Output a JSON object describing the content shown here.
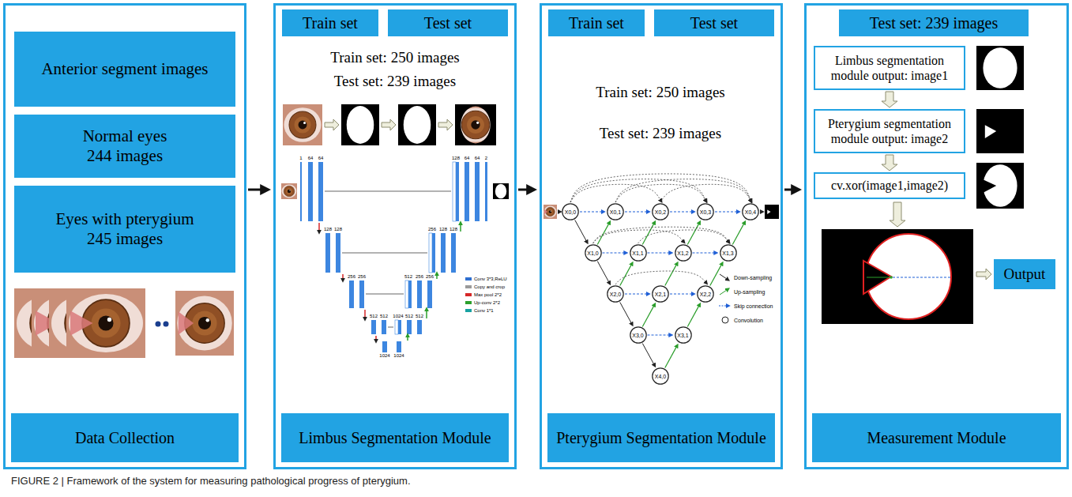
{
  "diagram": {
    "caption": "FIGURE 2 | Framework of the system for measuring pathological progress of pterygium.",
    "nodes": [
      {
        "text": [
          "Data Collection"
        ]
      },
      {
        "text": [
          "Anterior segment images"
        ],
        "in": 0
      },
      {
        "text": [
          "Normal eyes 244 images"
        ],
        "in": 0
      },
      {
        "text": [
          "Eyes with pterygium 245 images"
        ],
        "in": 0
      },
      {
        "text": [
          "Limbus Segmentation Module"
        ]
      },
      {
        "text": [
          "Train set"
        ],
        "in": 4
      },
      {
        "text": [
          "Test set"
        ],
        "in": 4
      },
      {
        "text": [
          "Pterygium Segmentation Module"
        ]
      },
      {
        "text": [
          "Train set"
        ],
        "in": 7
      },
      {
        "text": [
          "Test set"
        ],
        "in": 7
      },
      {
        "text": [
          "X0,0"
        ],
        "in": 7
      },
      {
        "text": [
          "X0,1"
        ],
        "in": 7
      },
      {
        "text": [
          "X0,2"
        ],
        "in": 7
      },
      {
        "text": [
          "X0,3"
        ],
        "in": 7
      },
      {
        "text": [
          "X0,4"
        ],
        "in": 7
      },
      {
        "text": [
          "X1,0"
        ],
        "in": 7
      },
      {
        "text": [
          "X1,1"
        ],
        "in": 7
      },
      {
        "text": [
          "X1,2"
        ],
        "in": 7
      },
      {
        "text": [
          "X1,3"
        ],
        "in": 7
      },
      {
        "text": [
          "X2,0"
        ],
        "in": 7
      },
      {
        "text": [
          "X2,1"
        ],
        "in": 7
      },
      {
        "text": [
          "X2,2"
        ],
        "in": 7
      },
      {
        "text": [
          "X3,0"
        ],
        "in": 7
      },
      {
        "text": [
          "X3,1"
        ],
        "in": 7
      },
      {
        "text": [
          "X4,0"
        ],
        "in": 7
      },
      {
        "text": [
          "Measurement Module"
        ]
      },
      {
        "text": [
          "Test set: 239 images"
        ],
        "in": 25
      },
      {
        "text": [
          "Limbus segmentation module output: image1"
        ],
        "in": 25
      },
      {
        "text": [
          "Pterygium segmentation module output: image2"
        ],
        "in": 25
      },
      {
        "text": [
          "cv.xor(image1,image2)"
        ],
        "in": 25
      },
      {
        "text": [
          "Output"
        ],
        "in": 25
      }
    ],
    "edges": [
      {
        "from": 0,
        "to": 4,
        "arrow": "to"
      },
      {
        "from": 4,
        "to": 7,
        "arrow": "to"
      },
      {
        "from": 7,
        "to": 25,
        "arrow": "to"
      },
      {
        "from": 27,
        "to": 28,
        "arrow": "to"
      },
      {
        "from": 28,
        "to": 29,
        "arrow": "to"
      },
      {
        "from": 10,
        "to": 15,
        "arrow": "to"
      },
      {
        "from": 15,
        "to": 19,
        "arrow": "to"
      },
      {
        "from": 19,
        "to": 22,
        "arrow": "to"
      },
      {
        "from": 22,
        "to": 24,
        "arrow": "to"
      },
      {
        "from": 15,
        "to": 11,
        "arrow": "to"
      },
      {
        "from": 19,
        "to": 16,
        "arrow": "to"
      },
      {
        "from": 22,
        "to": 20,
        "arrow": "to"
      },
      {
        "from": 24,
        "to": 23,
        "arrow": "to"
      },
      {
        "from": 16,
        "to": 12,
        "arrow": "to"
      },
      {
        "from": 20,
        "to": 17,
        "arrow": "to"
      },
      {
        "from": 23,
        "to": 21,
        "arrow": "to"
      },
      {
        "from": 17,
        "to": 13,
        "arrow": "to"
      },
      {
        "from": 21,
        "to": 18,
        "arrow": "to"
      },
      {
        "from": 18,
        "to": 14,
        "arrow": "to"
      },
      {
        "from": 10,
        "to": 11,
        "arrow": "to"
      },
      {
        "from": 11,
        "to": 12,
        "arrow": "to"
      },
      {
        "from": 12,
        "to": 13,
        "arrow": "to"
      },
      {
        "from": 13,
        "to": 14,
        "arrow": "to"
      },
      {
        "from": 15,
        "to": 16,
        "arrow": "to"
      },
      {
        "from": 16,
        "to": 17,
        "arrow": "to"
      },
      {
        "from": 17,
        "to": 18,
        "arrow": "to"
      },
      {
        "from": 19,
        "to": 20,
        "arrow": "to"
      },
      {
        "from": 20,
        "to": 21,
        "arrow": "to"
      },
      {
        "from": 22,
        "to": 23,
        "arrow": "to"
      },
      {
        "from": 10,
        "to": 12,
        "arrow": "to"
      },
      {
        "from": 10,
        "to": 13,
        "arrow": "to"
      },
      {
        "from": 10,
        "to": 14,
        "arrow": "to"
      },
      {
        "from": 11,
        "to": 13,
        "arrow": "to"
      },
      {
        "from": 11,
        "to": 14,
        "arrow": "to"
      },
      {
        "from": 12,
        "to": 14,
        "arrow": "to"
      },
      {
        "from": 15,
        "to": 17,
        "arrow": "to"
      },
      {
        "from": 15,
        "to": 18,
        "arrow": "to"
      },
      {
        "from": 16,
        "to": 18,
        "arrow": "to"
      },
      {
        "from": 19,
        "to": 21,
        "arrow": "to"
      }
    ],
    "labels": [
      "Train set: 250 images",
      "Test set: 239 images",
      "1",
      "64",
      "64",
      "128",
      "128",
      "256",
      "256",
      "512",
      "512",
      "1024",
      "1024",
      "1024",
      "512",
      "512",
      "512",
      "256",
      "256",
      "256",
      "128",
      "128",
      "128",
      "64",
      "64",
      "2",
      "Train set: 250 images",
      "Test set: 239 images"
    ],
    "legend": [
      {
        "text": "Conv 3*3,ReLU",
        "color": "#2f6fd0"
      },
      {
        "text": "Copy and crop",
        "color": "#9a9a9a"
      },
      {
        "text": "Max pool 2*2",
        "color": "#d62728"
      },
      {
        "text": "Up-conv 2*2",
        "color": "#2ca02c"
      },
      {
        "text": "Conv 1*1",
        "color": "#17a2a2"
      },
      {
        "text": "Down-sampling"
      },
      {
        "text": "Up-sampling"
      },
      {
        "text": "Skip connection"
      },
      {
        "text": "Convolution"
      }
    ]
  }
}
